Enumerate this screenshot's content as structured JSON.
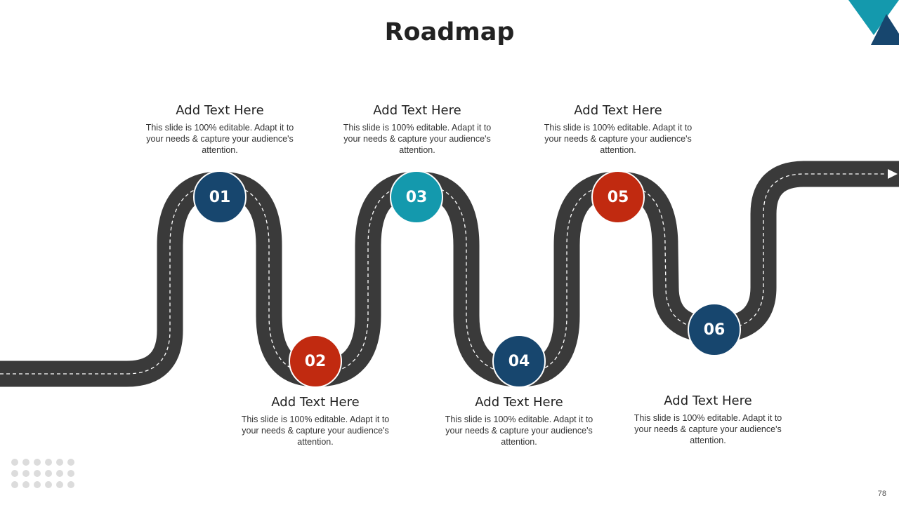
{
  "title": "Roadmap",
  "colors": {
    "road": "#3a3a3a",
    "road_dash": "#ffffff",
    "navy": "#17466e",
    "teal": "#1499ad",
    "red": "#c12a10"
  },
  "milestones": [
    {
      "number": "01",
      "color": "#17466e",
      "heading": "Add Text Here",
      "text": "This slide is 100% editable. Adapt it to your needs & capture your audience's attention."
    },
    {
      "number": "02",
      "color": "#c12a10",
      "heading": "Add Text Here",
      "text": "This slide is 100% editable. Adapt it to your needs & capture your audience's attention."
    },
    {
      "number": "03",
      "color": "#1499ad",
      "heading": "Add Text Here",
      "text": "This slide is 100% editable. Adapt it to your needs & capture your audience's attention."
    },
    {
      "number": "04",
      "color": "#17466e",
      "heading": "Add Text Here",
      "text": "This slide is 100% editable. Adapt it to your needs & capture your audience's attention."
    },
    {
      "number": "05",
      "color": "#c12a10",
      "heading": "Add Text Here",
      "text": "This slide is 100% editable. Adapt it to your needs & capture your audience's attention."
    },
    {
      "number": "06",
      "color": "#17466e",
      "heading": "Add Text Here",
      "text": "This slide is 100% editable. Adapt it to your needs & capture your audience's attention."
    }
  ],
  "page_number": "78",
  "logo_colors": [
    "#1499ad",
    "#17466e"
  ]
}
